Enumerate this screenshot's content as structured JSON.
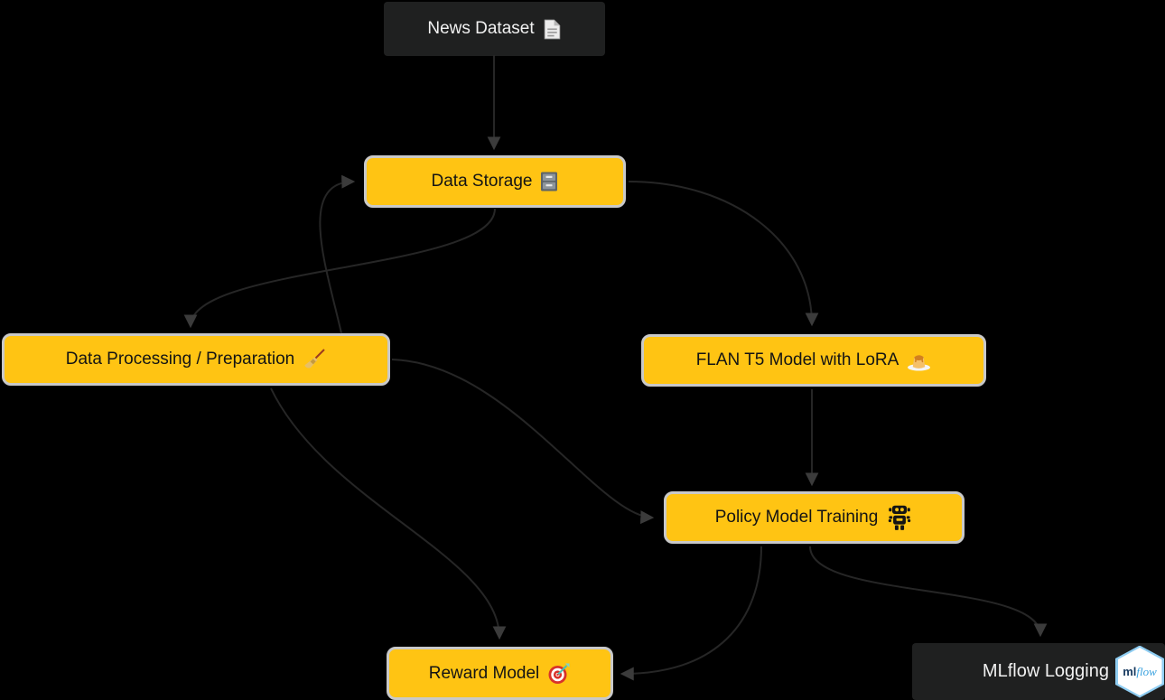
{
  "diagram": {
    "type": "flowchart",
    "direction": "top-down",
    "colors": {
      "background": "#000000",
      "node_yellow_fill": "#ffc413",
      "node_border_gray": "#c9c9c9",
      "node_dark_fill": "#1f2020",
      "text_on_yellow": "#141414",
      "text_on_dark": "#f1f1f1",
      "edge_line": "#262626",
      "edge_arrowhead": "#3b3b3b",
      "mlflow_ml_blue": "#16395f",
      "mlflow_flow_blue": "#38a1df"
    },
    "nodes": [
      {
        "id": "news-dataset",
        "label": "News Dataset",
        "emoji": "📄",
        "icon": "page-icon",
        "style": "dark"
      },
      {
        "id": "data-storage",
        "label": "Data Storage",
        "emoji": "🗄️",
        "icon": "cabinet-icon",
        "style": "yellow"
      },
      {
        "id": "data-processing",
        "label": "Data Processing / Preparation",
        "emoji": "🧹",
        "icon": "broom-icon",
        "style": "yellow"
      },
      {
        "id": "flan-t5",
        "label": "FLAN T5 Model with LoRA",
        "emoji": "🍮",
        "icon": "flan-icon",
        "style": "yellow"
      },
      {
        "id": "policy-training",
        "label": "Policy Model Training",
        "emoji": "🤖",
        "icon": "robot-icon",
        "style": "yellow"
      },
      {
        "id": "reward-model",
        "label": "Reward Model",
        "emoji": "🎯",
        "icon": "target-icon",
        "style": "yellow"
      },
      {
        "id": "mlflow-logging",
        "label": "MLflow Logging",
        "icon": "mlflow-logo",
        "style": "dark"
      }
    ],
    "edges": [
      {
        "from": "news-dataset",
        "to": "data-storage"
      },
      {
        "from": "data-storage",
        "to": "data-processing"
      },
      {
        "from": "data-processing",
        "to": "data-storage"
      },
      {
        "from": "data-storage",
        "to": "flan-t5"
      },
      {
        "from": "flan-t5",
        "to": "policy-training"
      },
      {
        "from": "data-processing",
        "to": "policy-training"
      },
      {
        "from": "data-processing",
        "to": "reward-model"
      },
      {
        "from": "policy-training",
        "to": "reward-model"
      },
      {
        "from": "policy-training",
        "to": "mlflow-logging"
      }
    ]
  },
  "mlflow_logo": {
    "ml": "ml",
    "flow": "flow"
  }
}
